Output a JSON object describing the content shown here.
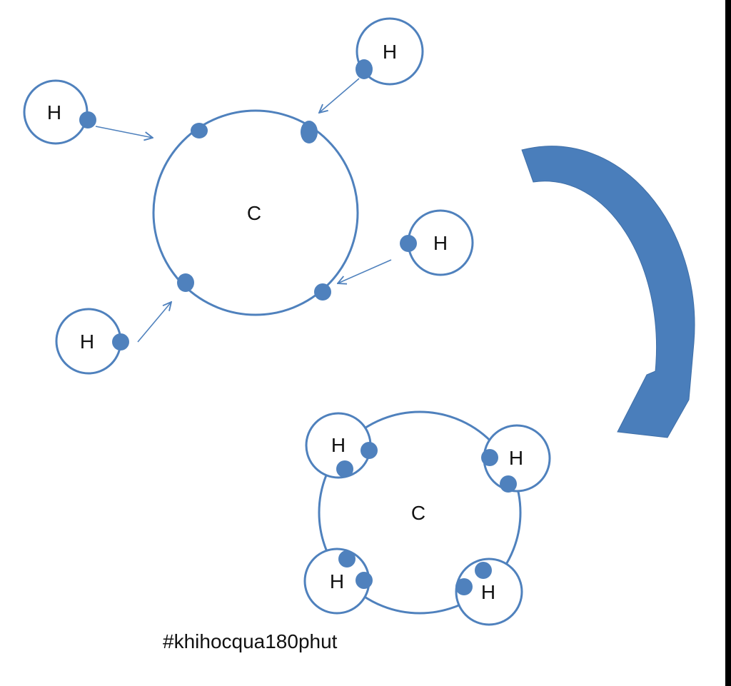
{
  "diagram": {
    "colors": {
      "stroke": "#4f81bd",
      "electron": "#4f81bd",
      "arrow_fill": "#4a7ebb",
      "text": "#111111"
    },
    "labels": {
      "carbon_top": "C",
      "carbon_bottom": "C",
      "h_top_left": "H",
      "h_top_right": "H",
      "h_mid_right": "H",
      "h_bottom_left": "H",
      "h_bonded_top_left": "H",
      "h_bonded_top_right": "H",
      "h_bonded_bottom_left": "H",
      "h_bonded_bottom_right": "H"
    },
    "caption": "#khihocqua180phut"
  }
}
